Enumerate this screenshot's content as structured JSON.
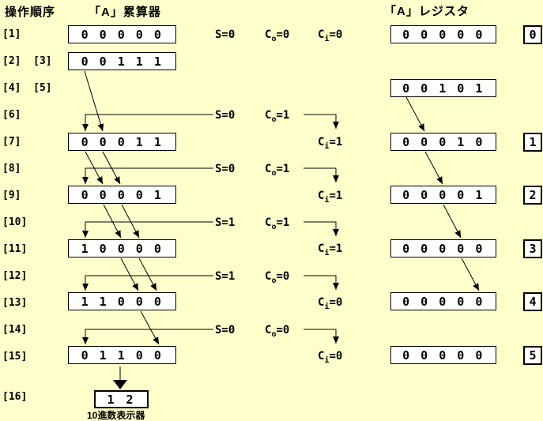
{
  "colors": {
    "background": "#FFFFCC",
    "box_fill": "#FFFFFF",
    "line": "#000000",
    "text": "#000000"
  },
  "headers": {
    "operation_order": "操作順序",
    "accumulator": "「A」累算器",
    "register": "「A」レジスタ"
  },
  "steps": {
    "r1": "[1]",
    "r23": "[2]  [3]",
    "r45": "[4]  [5]",
    "r6": "[6]",
    "r7": "[7]",
    "r8": "[8]",
    "r9": "[9]",
    "r10": "[10]",
    "r11": "[11]",
    "r12": "[12]",
    "r13": "[13]",
    "r14": "[14]",
    "r15": "[15]",
    "r16": "[16]"
  },
  "accumulator": {
    "r1": "0 0 0 0 0",
    "r23": "0 0 1 1 1",
    "r7": "0 0 0 1 1",
    "r9": "0 0 0 0 1",
    "r11": "1 0 0 0 0",
    "r13": "1 1 0 0 0",
    "r15": "0 1 1 0 0"
  },
  "register": {
    "r1": "0 0 0 0 0",
    "r45": "0 0 1 0 1",
    "r7": "0 0 0 1 0",
    "r9": "0 0 0 0 1",
    "r11": "0 0 0 0 0",
    "r13": "0 0 0 0 0",
    "r15": "0 0 0 0 0"
  },
  "count": {
    "r1": "0",
    "r7": "1",
    "r9": "2",
    "r11": "3",
    "r13": "4",
    "r15": "5"
  },
  "sum": {
    "r1": "S=0",
    "r6": "S=0",
    "r8": "S=0",
    "r10": "S=1",
    "r12": "S=1",
    "r14": "S=0"
  },
  "carry": {
    "base": "C",
    "sub_out": "o",
    "sub_in": "i"
  },
  "carry_out": {
    "r1": "=0",
    "r6": "=1",
    "r8": "=1",
    "r10": "=1",
    "r12": "=0",
    "r14": "=0"
  },
  "carry_in": {
    "r1": "=0",
    "r7": "=1",
    "r9": "=1",
    "r11": "=1",
    "r13": "=0",
    "r15": "=0"
  },
  "decimal_display": {
    "value": "1 2",
    "label": "10進数表示器"
  }
}
